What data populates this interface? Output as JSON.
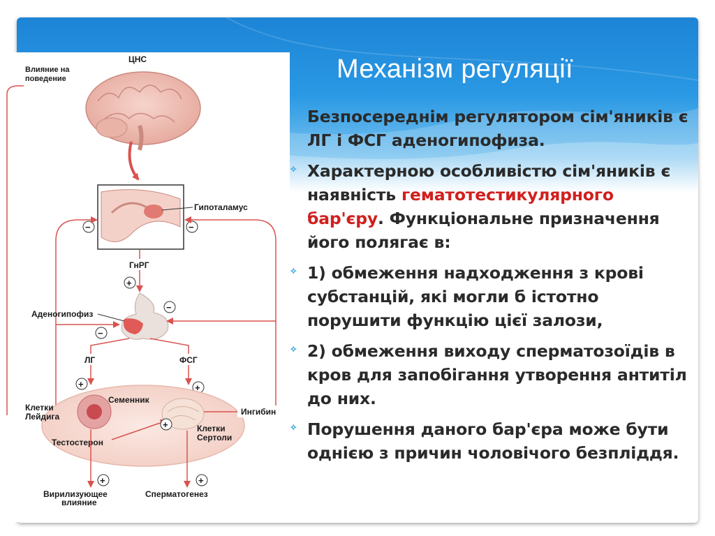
{
  "title": "Механізм регуляції",
  "bullets": {
    "b1": "Безпосереднім регулятором сім'яників є ЛГ і ФСГ аденогипофиза.",
    "b2_pre": "Характерною особливістю сім'яників є наявність ",
    "b2_red": "гематотестикулярного бар'єру",
    "b2_post": ". Функціональне призначення його полягає в:",
    "b3": "1) обмеження надходження з крові субстанцій, які могли б істотно порушити функцію цієї залози,",
    "b4": "2) обмеження виходу сперматозоїдів в кров для запобігання утворення антитіл до них.",
    "b5": "Порушення даного бар'єра може бути однією з причин чоловічого безпліддя."
  },
  "diagram": {
    "labels": {
      "cns": "ЦНС",
      "behavior_1": "Влияние на",
      "behavior_2": "поведение",
      "hypothalamus": "Гипоталамус",
      "gnrh": "ГнРГ",
      "adenohypophysis": "Аденогипофиз",
      "lh": "ЛГ",
      "fsh": "ФСГ",
      "testis": "Семенник",
      "leydig_1": "Клетки",
      "leydig_2": "Лейдига",
      "sertoli_1": "Клетки",
      "sertoli_2": "Сертоли",
      "inhibin": "Ингибин",
      "testosterone": "Тестостерон",
      "virilizing_1": "Вирилизующее",
      "virilizing_2": "влияние",
      "spermatogenesis": "Сперматогенез"
    },
    "signs": {
      "plus": "+",
      "minus": "−"
    }
  },
  "colors": {
    "arrow": "#d9534f",
    "bullet_mark": "#3ba6df",
    "accent_red": "#d0201e",
    "banner": "#1d84d6"
  }
}
